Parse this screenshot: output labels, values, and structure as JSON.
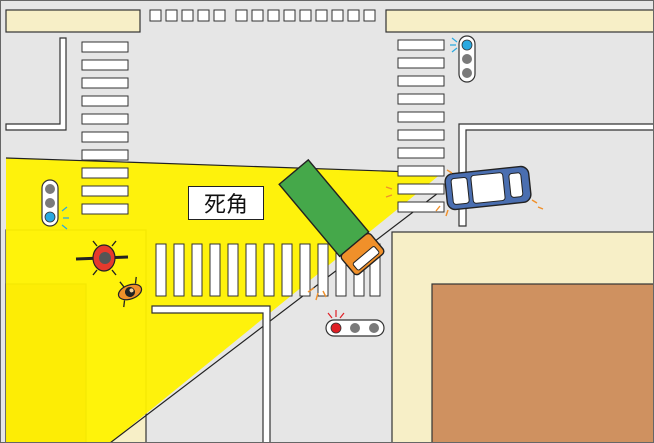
{
  "scene": {
    "blind_spot_label": "死角"
  },
  "colors": {
    "road": "#e6e6e6",
    "sidewalk": "#f7efc7",
    "building": "#cf9160",
    "blind_spot": "#fff200",
    "truck_cargo": "#45a84a",
    "truck_cab": "#f0902a",
    "car": "#4a6eb0",
    "signal_blue": "#2aa9e0",
    "signal_red": "#e01f26",
    "signal_off": "#7a7a7a",
    "cyclist_red": "#e63a2d"
  },
  "signals": {
    "top_right": "blue",
    "left": "blue",
    "bottom_center": "red"
  },
  "icons": [
    "traffic-signal-icon",
    "bicycle-icon",
    "pedestrian-icon",
    "truck-icon",
    "car-icon"
  ]
}
